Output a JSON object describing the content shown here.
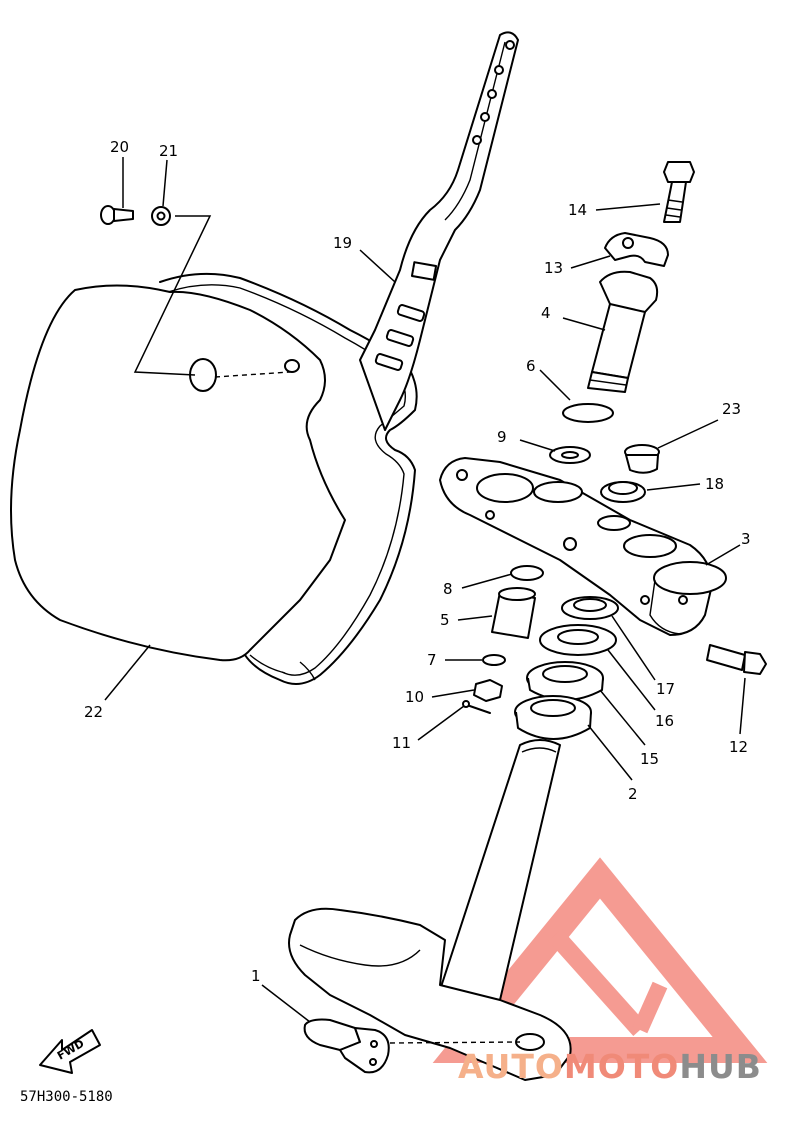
{
  "drawing_code": "57H300-5180",
  "fwd_label": "FWD",
  "watermark": {
    "part1": "AUTO",
    "part2": "MOTO",
    "part3": "HUB",
    "color1": "#f5b08a",
    "color2": "#f08a78",
    "color3": "#8c8c8c",
    "logo_color": "#f27a6e"
  },
  "callouts": [
    {
      "id": "c1",
      "label": "1"
    },
    {
      "id": "c2",
      "label": "2"
    },
    {
      "id": "c3",
      "label": "3"
    },
    {
      "id": "c4",
      "label": "4"
    },
    {
      "id": "c5",
      "label": "5"
    },
    {
      "id": "c6",
      "label": "6"
    },
    {
      "id": "c7",
      "label": "7"
    },
    {
      "id": "c8",
      "label": "8"
    },
    {
      "id": "c9",
      "label": "9"
    },
    {
      "id": "c10",
      "label": "10"
    },
    {
      "id": "c11",
      "label": "11"
    },
    {
      "id": "c12",
      "label": "12"
    },
    {
      "id": "c13",
      "label": "13"
    },
    {
      "id": "c14",
      "label": "14"
    },
    {
      "id": "c15",
      "label": "15"
    },
    {
      "id": "c16",
      "label": "16"
    },
    {
      "id": "c17",
      "label": "17"
    },
    {
      "id": "c18",
      "label": "18"
    },
    {
      "id": "c19",
      "label": "19"
    },
    {
      "id": "c20",
      "label": "20"
    },
    {
      "id": "c21",
      "label": "21"
    },
    {
      "id": "c22",
      "label": "22"
    },
    {
      "id": "c23",
      "label": "23"
    }
  ]
}
